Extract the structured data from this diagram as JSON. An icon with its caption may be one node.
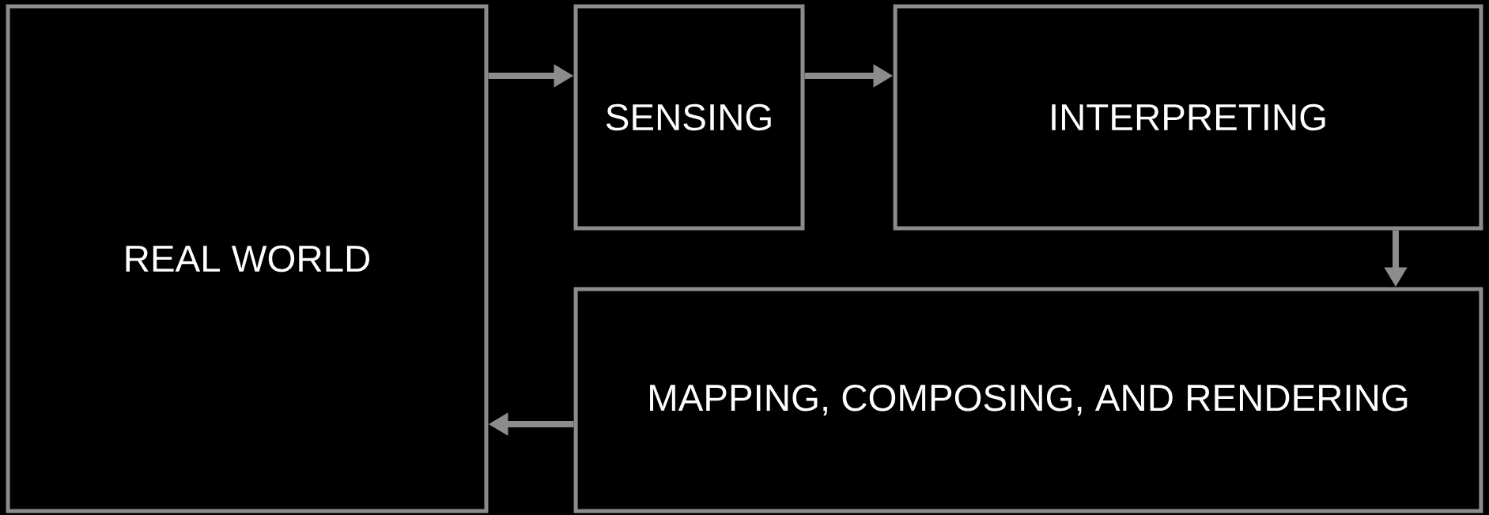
{
  "diagram": {
    "nodes": [
      {
        "text": [
          "REAL WORLD"
        ]
      },
      {
        "text": [
          "SENSING"
        ]
      },
      {
        "text": [
          "INTERPRETING"
        ]
      },
      {
        "text": [
          "MAPPING, COMPOSING, AND RENDERING"
        ]
      }
    ],
    "edges": [
      {
        "from": 0,
        "to": 1,
        "arrow": "to"
      },
      {
        "from": 1,
        "to": 2,
        "arrow": "to"
      },
      {
        "from": 2,
        "to": 3,
        "arrow": "to"
      },
      {
        "from": 3,
        "to": 0,
        "arrow": "to"
      }
    ]
  }
}
